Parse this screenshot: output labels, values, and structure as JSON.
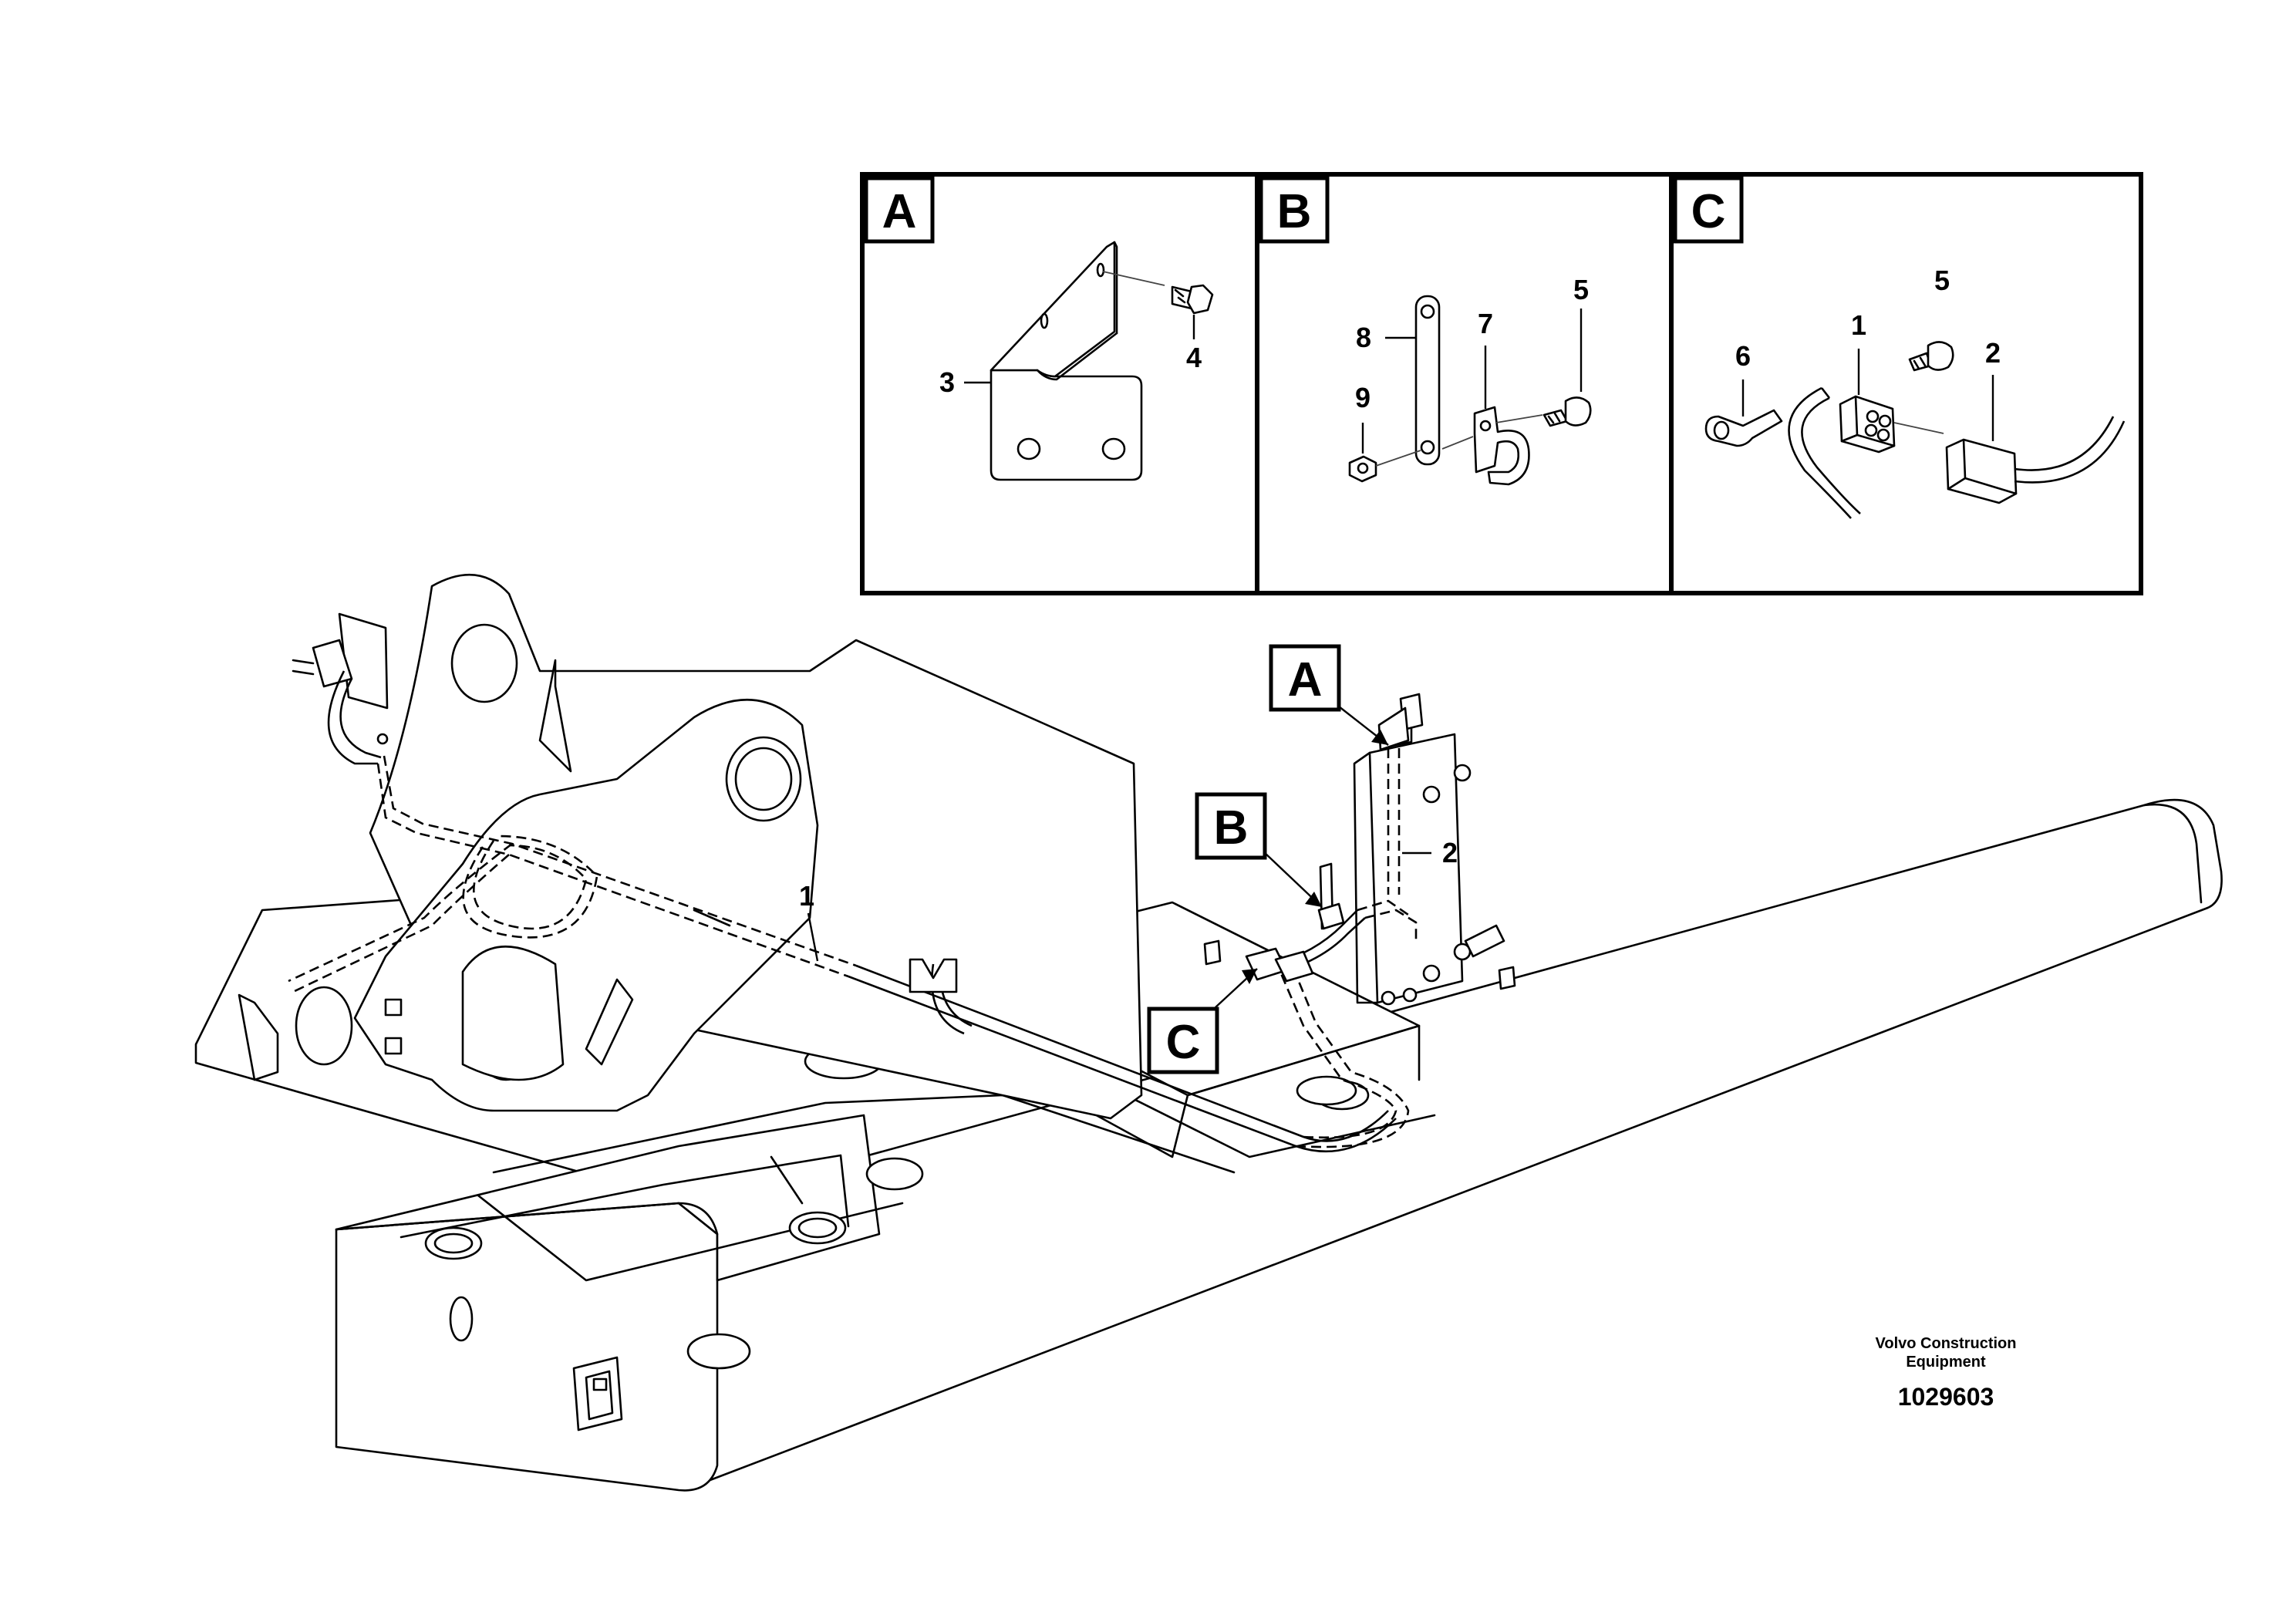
{
  "panels": [
    {
      "letter": "A",
      "parts": [
        "3",
        "4"
      ]
    },
    {
      "letter": "B",
      "parts": [
        "8",
        "9",
        "7",
        "5"
      ]
    },
    {
      "letter": "C",
      "parts": [
        "6",
        "1",
        "5",
        "2"
      ]
    }
  ],
  "main": {
    "callouts": [
      "A",
      "B",
      "C"
    ],
    "part_labels": [
      "1",
      "2"
    ]
  },
  "footer": {
    "company": "Volvo Construction",
    "company_line2": "Equipment",
    "drawing_number": "1029603"
  }
}
